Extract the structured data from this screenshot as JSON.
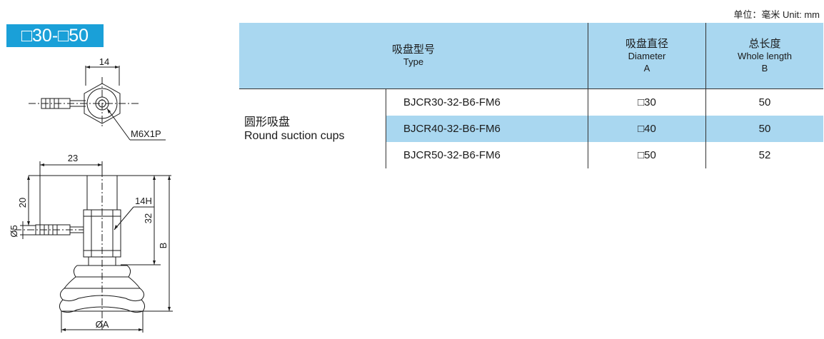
{
  "size_badge": "□30-□50",
  "unit_label": "单位：毫米 Unit: mm",
  "drawing": {
    "dim_top_width": "14",
    "thread_label": "M6X1P",
    "dim_offset": "23",
    "dim_height_20": "20",
    "dim_dia5": "Ø5",
    "hex_label": "14H",
    "dim_32": "32",
    "dim_B": "B",
    "dim_dia_A": "ØA"
  },
  "table": {
    "headers": [
      {
        "zh": "吸盘型号",
        "en": "Type",
        "en2": ""
      },
      {
        "zh": "吸盘直径",
        "en": "Diameter",
        "en2": "A"
      },
      {
        "zh": "总长度",
        "en": "Whole length",
        "en2": "B"
      }
    ],
    "category_zh": "圆形吸盘",
    "category_en": "Round suction cups",
    "rows": [
      {
        "model": "BJCR30-32-B6-FM6",
        "diameter": "□30",
        "length": "50"
      },
      {
        "model": "BJCR40-32-B6-FM6",
        "diameter": "□40",
        "length": "50"
      },
      {
        "model": "BJCR50-32-B6-FM6",
        "diameter": "□50",
        "length": "52"
      }
    ],
    "highlight_color": "#a9d7f0"
  }
}
